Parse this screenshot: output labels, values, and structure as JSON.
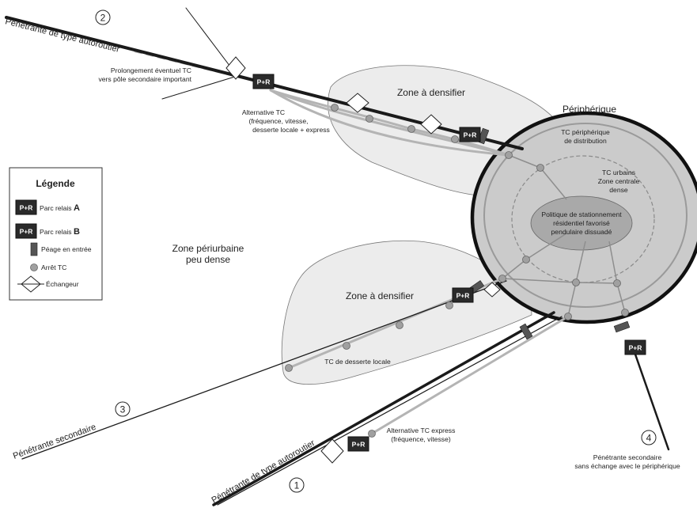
{
  "roads": {
    "r1": {
      "number": "1",
      "label": "Pénétrante de type autoroutier"
    },
    "r2": {
      "number": "2",
      "label": "Pénétrante de type autoroutier"
    },
    "r3": {
      "number": "3",
      "label": "Pénétrante secondaire"
    },
    "r4": {
      "number": "4",
      "label_line1": "Pénétrante secondaire",
      "label_line2": "sans échange avec le périphérique"
    }
  },
  "annotations": {
    "prolongement_line1": "Prolongement éventuel  TC",
    "prolongement_line2": "vers pôle secondaire important",
    "alt_tc_line1": "Alternative TC",
    "alt_tc_line2": "(fréquence, vitesse,",
    "alt_tc_line3": "desserte locale + express",
    "alt_express_line1": "Alternative TC express",
    "alt_express_line2": "(fréquence, vitesse)",
    "tc_desserte": "TC de desserte locale"
  },
  "zones": {
    "densifier_top": "Zone à densifier",
    "densifier_bottom": "Zone à densifier",
    "periurbaine_line1": "Zone périurbaine",
    "periurbaine_line2": "peu dense"
  },
  "city": {
    "peripherique": "Périphérique",
    "tc_periph_line1": "TC périphérique",
    "tc_periph_line2": "de distribution",
    "tc_urbains_line1": "TC urbains",
    "tc_urbains_line2": "Zone centrale",
    "tc_urbains_line3": "dense",
    "politique_line1": "Politique de stationnement",
    "politique_line2": "résidentiel favorisé",
    "politique_line3": "pendulaire dissuadé"
  },
  "park_ride_label": "P+R",
  "legend": {
    "title": "Légende",
    "items": [
      {
        "icon": "park-ride-a-icon",
        "text": "Parc relais ",
        "suffix": "A"
      },
      {
        "icon": "park-ride-b-icon",
        "text": "Parc relais ",
        "suffix": "B"
      },
      {
        "icon": "toll-icon",
        "text": "Péage en entrée"
      },
      {
        "icon": "tc-stop-icon",
        "text": "Arrêt TC"
      },
      {
        "icon": "interchange-icon",
        "text": "Échangeur"
      }
    ]
  },
  "colors": {
    "road": "#1a1a1a",
    "tc_line": "#b4b4b4",
    "zone_fill": "#ececec",
    "city_fill": "#cbcbcb",
    "center_fill": "#a9a9a9",
    "stop_fill": "#a0a0a0",
    "toll_fill": "#555555",
    "pr_fill": "#2a2a2a"
  }
}
